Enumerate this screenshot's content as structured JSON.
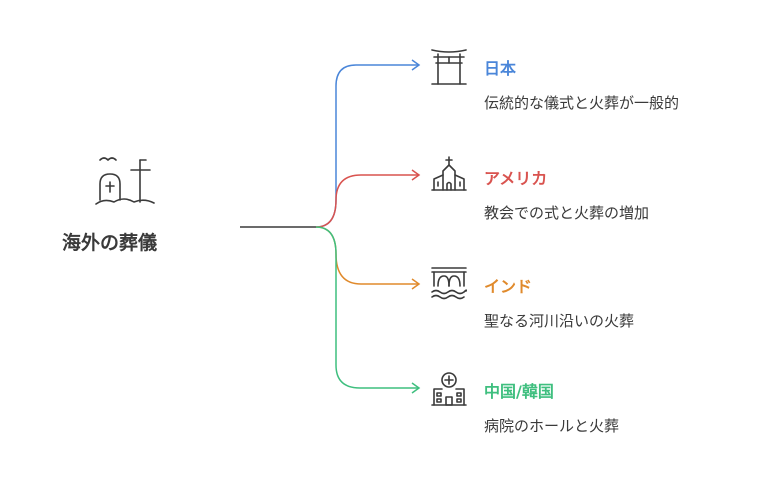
{
  "root": {
    "title": "海外の葬儀",
    "icon": "graveyard-icon"
  },
  "branches": [
    {
      "title": "日本",
      "description": "伝統的な儀式と火葬が一般的",
      "color": "#4a86d9",
      "icon": "torii-gate-icon"
    },
    {
      "title": "アメリカ",
      "description": "教会での式と火葬の増加",
      "color": "#d9534f",
      "icon": "church-icon"
    },
    {
      "title": "インド",
      "description": "聖なる河川沿いの火葬",
      "color": "#e08a2c",
      "icon": "river-bridge-icon"
    },
    {
      "title": "中国/韓国",
      "description": "病院のホールと火葬",
      "color": "#3fbf7f",
      "icon": "hospital-icon"
    }
  ]
}
